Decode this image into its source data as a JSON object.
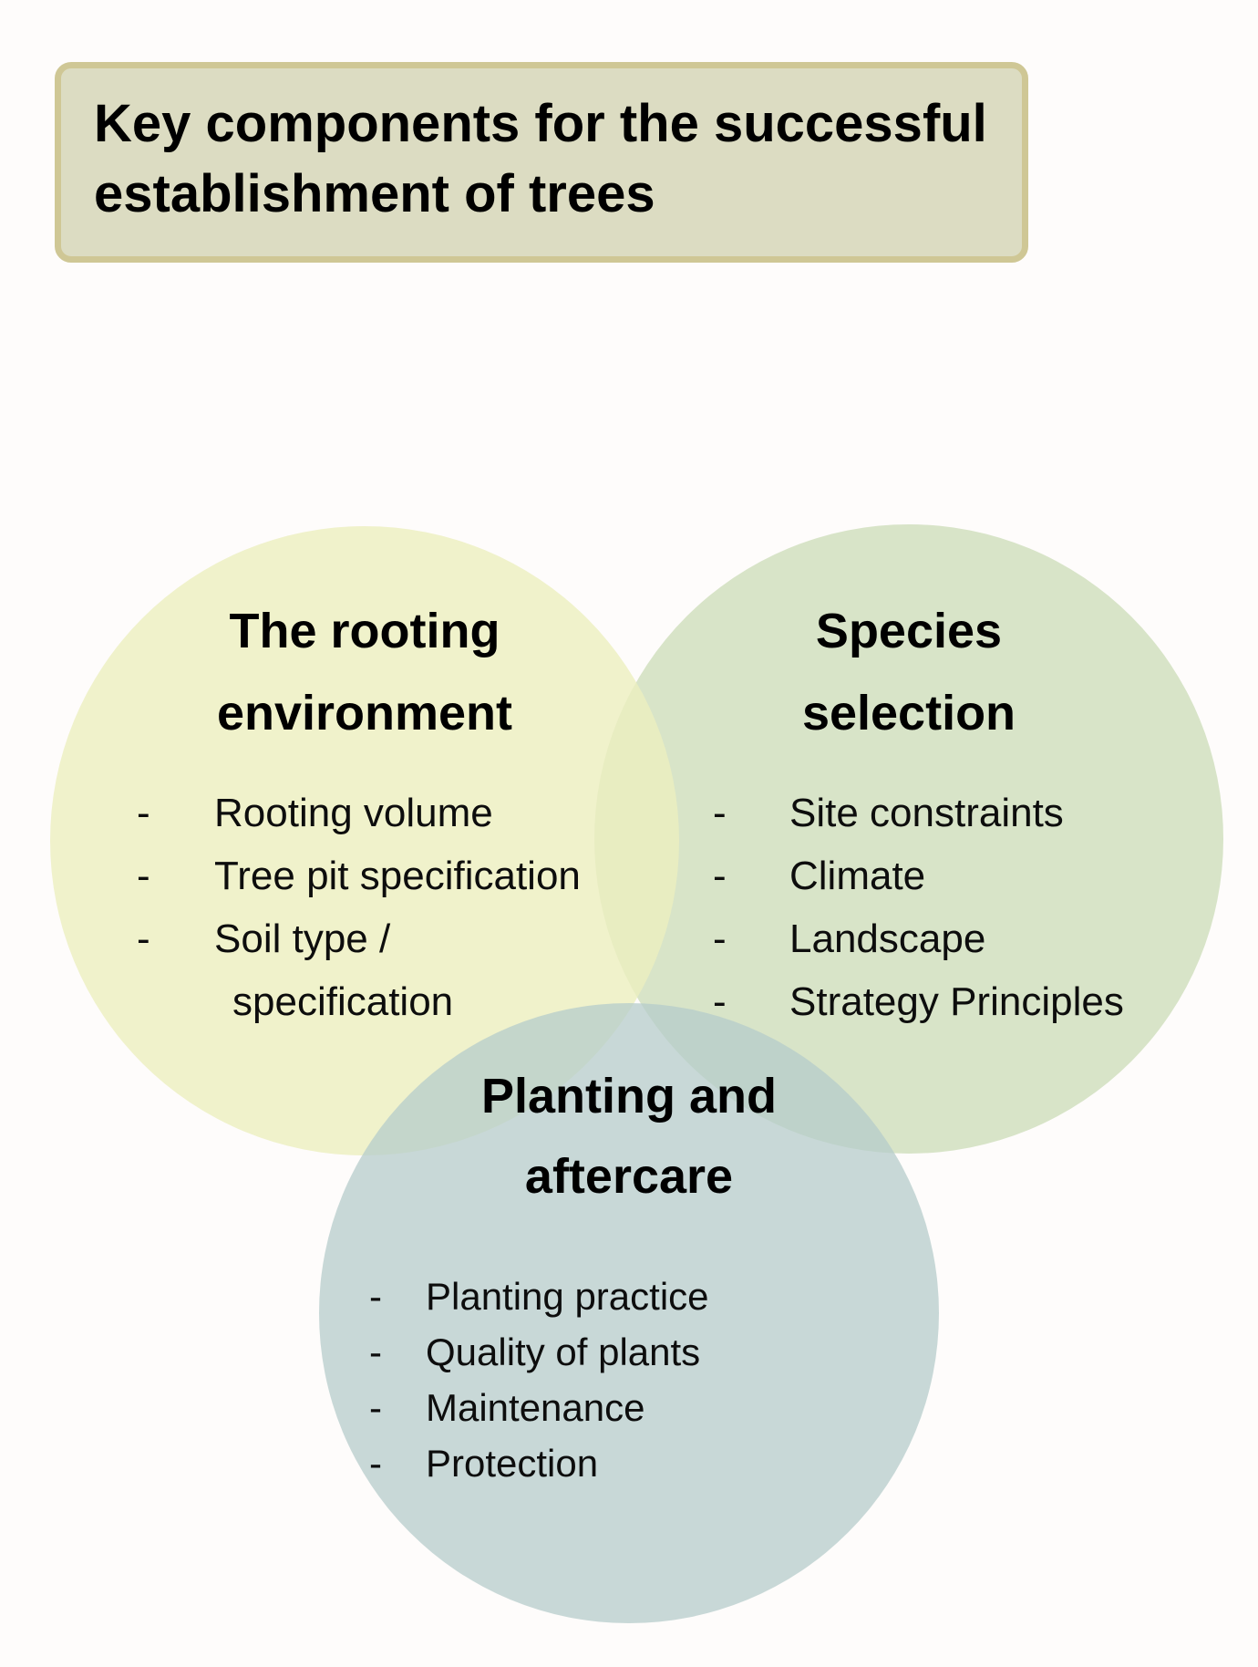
{
  "page": {
    "background": "#fefcfb"
  },
  "title_box": {
    "lines": [
      "Key components for the successful",
      "establishment of trees"
    ],
    "fill": "#dcdcc2",
    "border_color": "#cfc795",
    "text_color": "#000000"
  },
  "venn": {
    "dash": "-",
    "circles": [
      {
        "name": "rooting-environment",
        "title_lines": [
          "The rooting",
          "environment"
        ],
        "display_color": "#f0f2cc",
        "svg_fill": "#ecefbf",
        "items": [
          "Rooting volume",
          "Tree pit specification",
          "Soil type /"
        ],
        "continuation": "specification"
      },
      {
        "name": "species-selection",
        "title_lines": [
          "Species",
          "selection"
        ],
        "display_color": "#d8e4c8",
        "svg_fill": "#d8e4c8",
        "items": [
          "Site constraints",
          "Climate",
          "Landscape",
          "Strategy Principles"
        ]
      },
      {
        "name": "planting-aftercare",
        "title_lines": [
          "Planting and",
          "aftercare"
        ],
        "display_color": "#c9d9d8",
        "svg_fill": "#b6cccb",
        "items": [
          "Planting practice",
          "Quality of plants",
          "Maintenance",
          "Protection"
        ]
      }
    ]
  }
}
